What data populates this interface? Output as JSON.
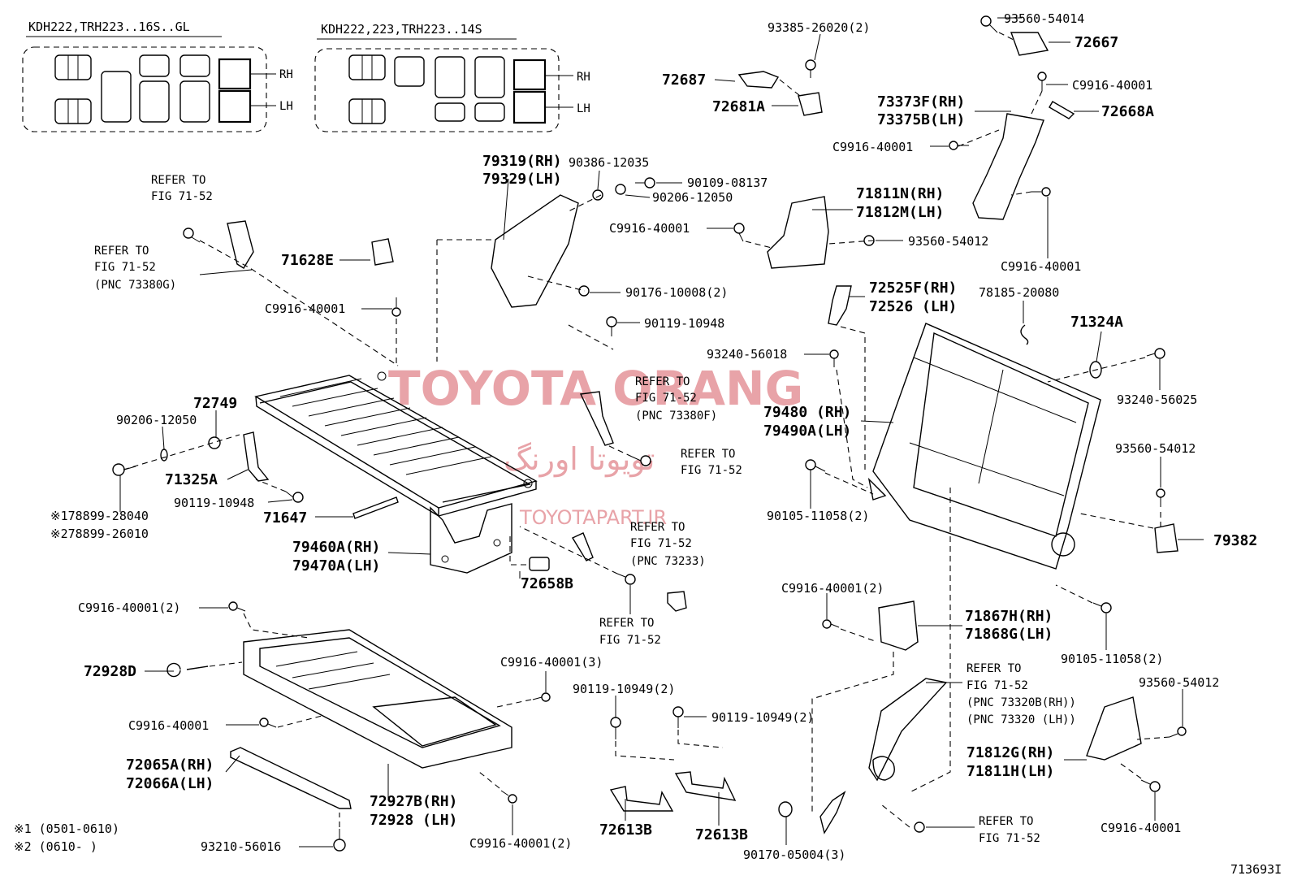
{
  "variants": {
    "left_title": "KDH222,TRH223..16S..GL",
    "right_title": "KDH222,223,TRH223..14S",
    "rh": "RH",
    "lh": "LH"
  },
  "watermark": {
    "brand": "TOYOTA ORANG",
    "persian": "تویوتا اورنگ",
    "site": "TOYOTAPART.IR"
  },
  "labels": {
    "p93385": "93385-26020(2)",
    "p72687": "72687",
    "p72681A": "72681A",
    "p93560_54014": "93560-54014",
    "p72667": "72667",
    "pC9916_a": "C9916-40001",
    "p73373F": "73373F(RH)",
    "p73375B": "73375B(LH)",
    "p72668A": "72668A",
    "pC9916_b": "C9916-40001",
    "pC9916_c": "C9916-40001",
    "p79319": "79319(RH)",
    "p79329": "79329(LH)",
    "p90386": "90386-12035",
    "p90109": "90109-08137",
    "p90206a": "90206-12050",
    "p71811N": "71811N(RH)",
    "p71812M": "71812M(LH)",
    "pC9916_d": "C9916-40001",
    "p93560_54012a": "93560-54012",
    "refer1a": "REFER TO",
    "refer1b": "FIG 71-52",
    "refer2a": "REFER TO",
    "refer2b": "FIG 71-52",
    "refer2c": "(PNC 73380G)",
    "p71628E": "71628E",
    "pC9916_e": "C9916-40001",
    "p90176": "90176-10008(2)",
    "p90119_10948a": "90119-10948",
    "p72525F": "72525F(RH)",
    "p72526": "72526 (LH)",
    "p78185": "78185-20080",
    "p71324A": "71324A",
    "p93240_56018": "93240-56018",
    "p93240_56025": "93240-56025",
    "refer3a": "REFER TO",
    "refer3b": "FIG 71-52",
    "refer3c": "(PNC 73380F)",
    "p79480": "79480 (RH)",
    "p79490A": "79490A(LH)",
    "p72749": "72749",
    "p90206b": "90206-12050",
    "p93560_54012b": "93560-54012",
    "refer4a": "REFER TO",
    "refer4b": "FIG 71-52",
    "p71325A": "71325A",
    "p178899": "※178899-28040",
    "p278899": "※278899-26010",
    "p90119_10948b": "90119-10948",
    "p71647": "71647",
    "p90105a": "90105-11058(2)",
    "p79382": "79382",
    "p79460A": "79460A(RH)",
    "p79470A": "79470A(LH)",
    "refer5a": "REFER TO",
    "refer5b": "FIG 71-52",
    "refer5c": "(PNC 73233)",
    "p72658B": "72658B",
    "pC9916_f": "C9916-40001(2)",
    "pC9916_g": "C9916-40001(2)",
    "refer6a": "REFER TO",
    "refer6b": "FIG 71-52",
    "p71867H": "71867H(RH)",
    "p71868G": "71868G(LH)",
    "p90105b": "90105-11058(2)",
    "p72928D": "72928D",
    "pC9916_h": "C9916-40001(3)",
    "p90119_10949a": "90119-10949(2)",
    "p90119_10949b": "90119-10949(2)",
    "refer7a": "REFER TO",
    "refer7b": "FIG 71-52",
    "refer7c": "(PNC 73320B(RH))",
    "refer7d": "(PNC 73320 (LH))",
    "p93560_54012c": "93560-54012",
    "pC9916_i": "C9916-40001",
    "p72065A": "72065A(RH)",
    "p72066A": "72066A(LH)",
    "p71812G": "71812G(RH)",
    "p71811H": "71811H(LH)",
    "p72927B": "72927B(RH)",
    "p72928": "72928 (LH)",
    "pC9916_j": "C9916-40001(2)",
    "p72613Ba": "72613B",
    "p72613Bb": "72613B",
    "pC9916_k": "C9916-40001",
    "refer8a": "REFER TO",
    "refer8b": "FIG 71-52",
    "p90170": "90170-05004(3)",
    "p93210": "93210-56016",
    "note1": "※1 (0501-0610)",
    "note2": "※2 (0610-    )",
    "fig_id": "713693I"
  }
}
